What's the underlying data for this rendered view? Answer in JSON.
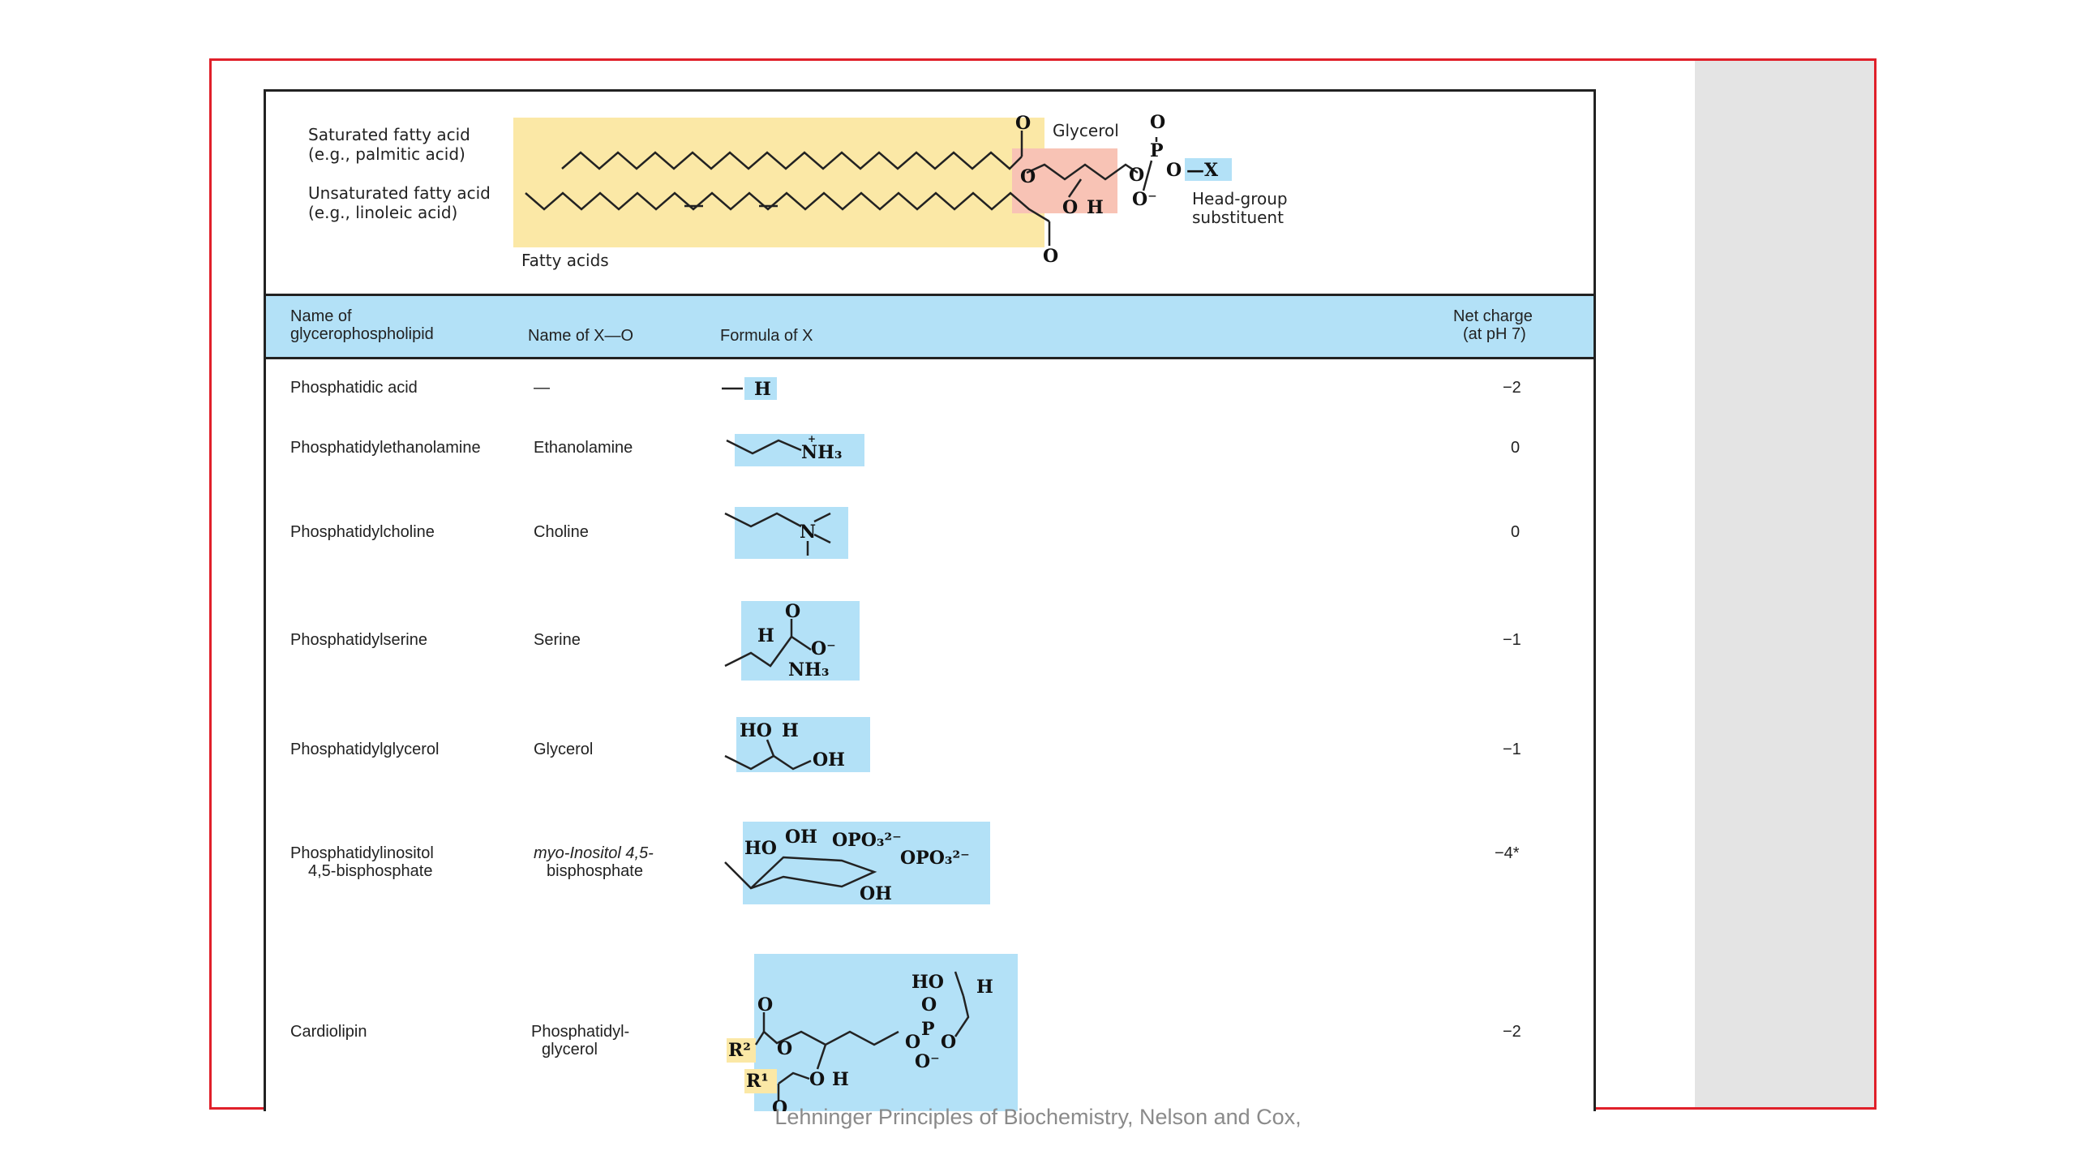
{
  "diagram": {
    "saturated_fatty_acid": [
      "Saturated fatty acid",
      "(e.g., palmitic acid)"
    ],
    "unsaturated_fatty_acid": [
      "Unsaturated fatty acid",
      "(e.g., linoleic acid)"
    ],
    "fatty_acids_label": "Fatty acids",
    "glycerol_label": "Glycerol",
    "head_group_label": [
      "Head-group",
      "substituent"
    ],
    "x_label": "X"
  },
  "table": {
    "headers": {
      "name": [
        "Name of",
        "glycerophospholipid"
      ],
      "name_x": "Name of X—O",
      "formula": "Formula of X",
      "charge": [
        "Net charge",
        "(at pH 7)"
      ]
    },
    "rows": [
      {
        "name": [
          "Phosphatidic acid"
        ],
        "x": [
          "—"
        ],
        "charge": "−2"
      },
      {
        "name": [
          "Phosphatidylethanolamine"
        ],
        "x": [
          "Ethanolamine"
        ],
        "charge": "0"
      },
      {
        "name": [
          "Phosphatidylcholine"
        ],
        "x": [
          "Choline"
        ],
        "charge": "0"
      },
      {
        "name": [
          "Phosphatidylserine"
        ],
        "x": [
          "Serine"
        ],
        "charge": "−1"
      },
      {
        "name": [
          "Phosphatidylglycerol"
        ],
        "x": [
          "Glycerol"
        ],
        "charge": "−1"
      },
      {
        "name": [
          "Phosphatidylinositol",
          "4,5-bisphosphate"
        ],
        "x": [
          "myo-Inositol 4,5-",
          "bisphosphate"
        ],
        "charge": "−4*"
      },
      {
        "name": [
          "Cardiolipin"
        ],
        "x": [
          "Phosphatidyl-",
          "glycerol"
        ],
        "charge": "−2"
      }
    ]
  },
  "colors": {
    "fatty_acid_fill": "#fbe8a6",
    "glycerol_fill": "#f8c3b5",
    "headgroup_fill": "#b3e1f7",
    "frame_border": "#e0202a",
    "side_panel": "#e4e4e4"
  },
  "caption": "Lehninger Principles of Biochemistry, Nelson and Cox,"
}
